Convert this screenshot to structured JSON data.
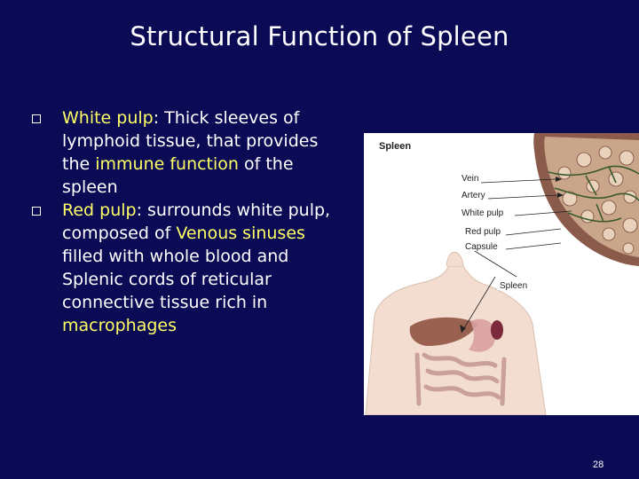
{
  "slide": {
    "title": "Structural Function of Spleen",
    "page_number": "28"
  },
  "bullets": [
    {
      "term": "White pulp",
      "after_term": ": Thick sleeves of lymphoid tissue, that provides the ",
      "highlight": "immune function",
      "rest": " of the spleen"
    },
    {
      "term": "Red pulp",
      "after_term": ": surrounds white pulp, composed of ",
      "highlight": "Venous sinuses",
      "mid": " filled with whole blood and Splenic cords of reticular connective tissue rich in ",
      "highlight2": "macrophages"
    }
  ],
  "figure": {
    "heading": "Spleen",
    "labels": {
      "vein": "Vein",
      "artery": "Artery",
      "white_pulp": "White pulp",
      "red_pulp": "Red pulp",
      "capsule": "Capsule",
      "spleen": "Spleen"
    }
  },
  "colors": {
    "background": "#0a0a55",
    "text": "#ffffff",
    "highlight": "#ffff66"
  }
}
